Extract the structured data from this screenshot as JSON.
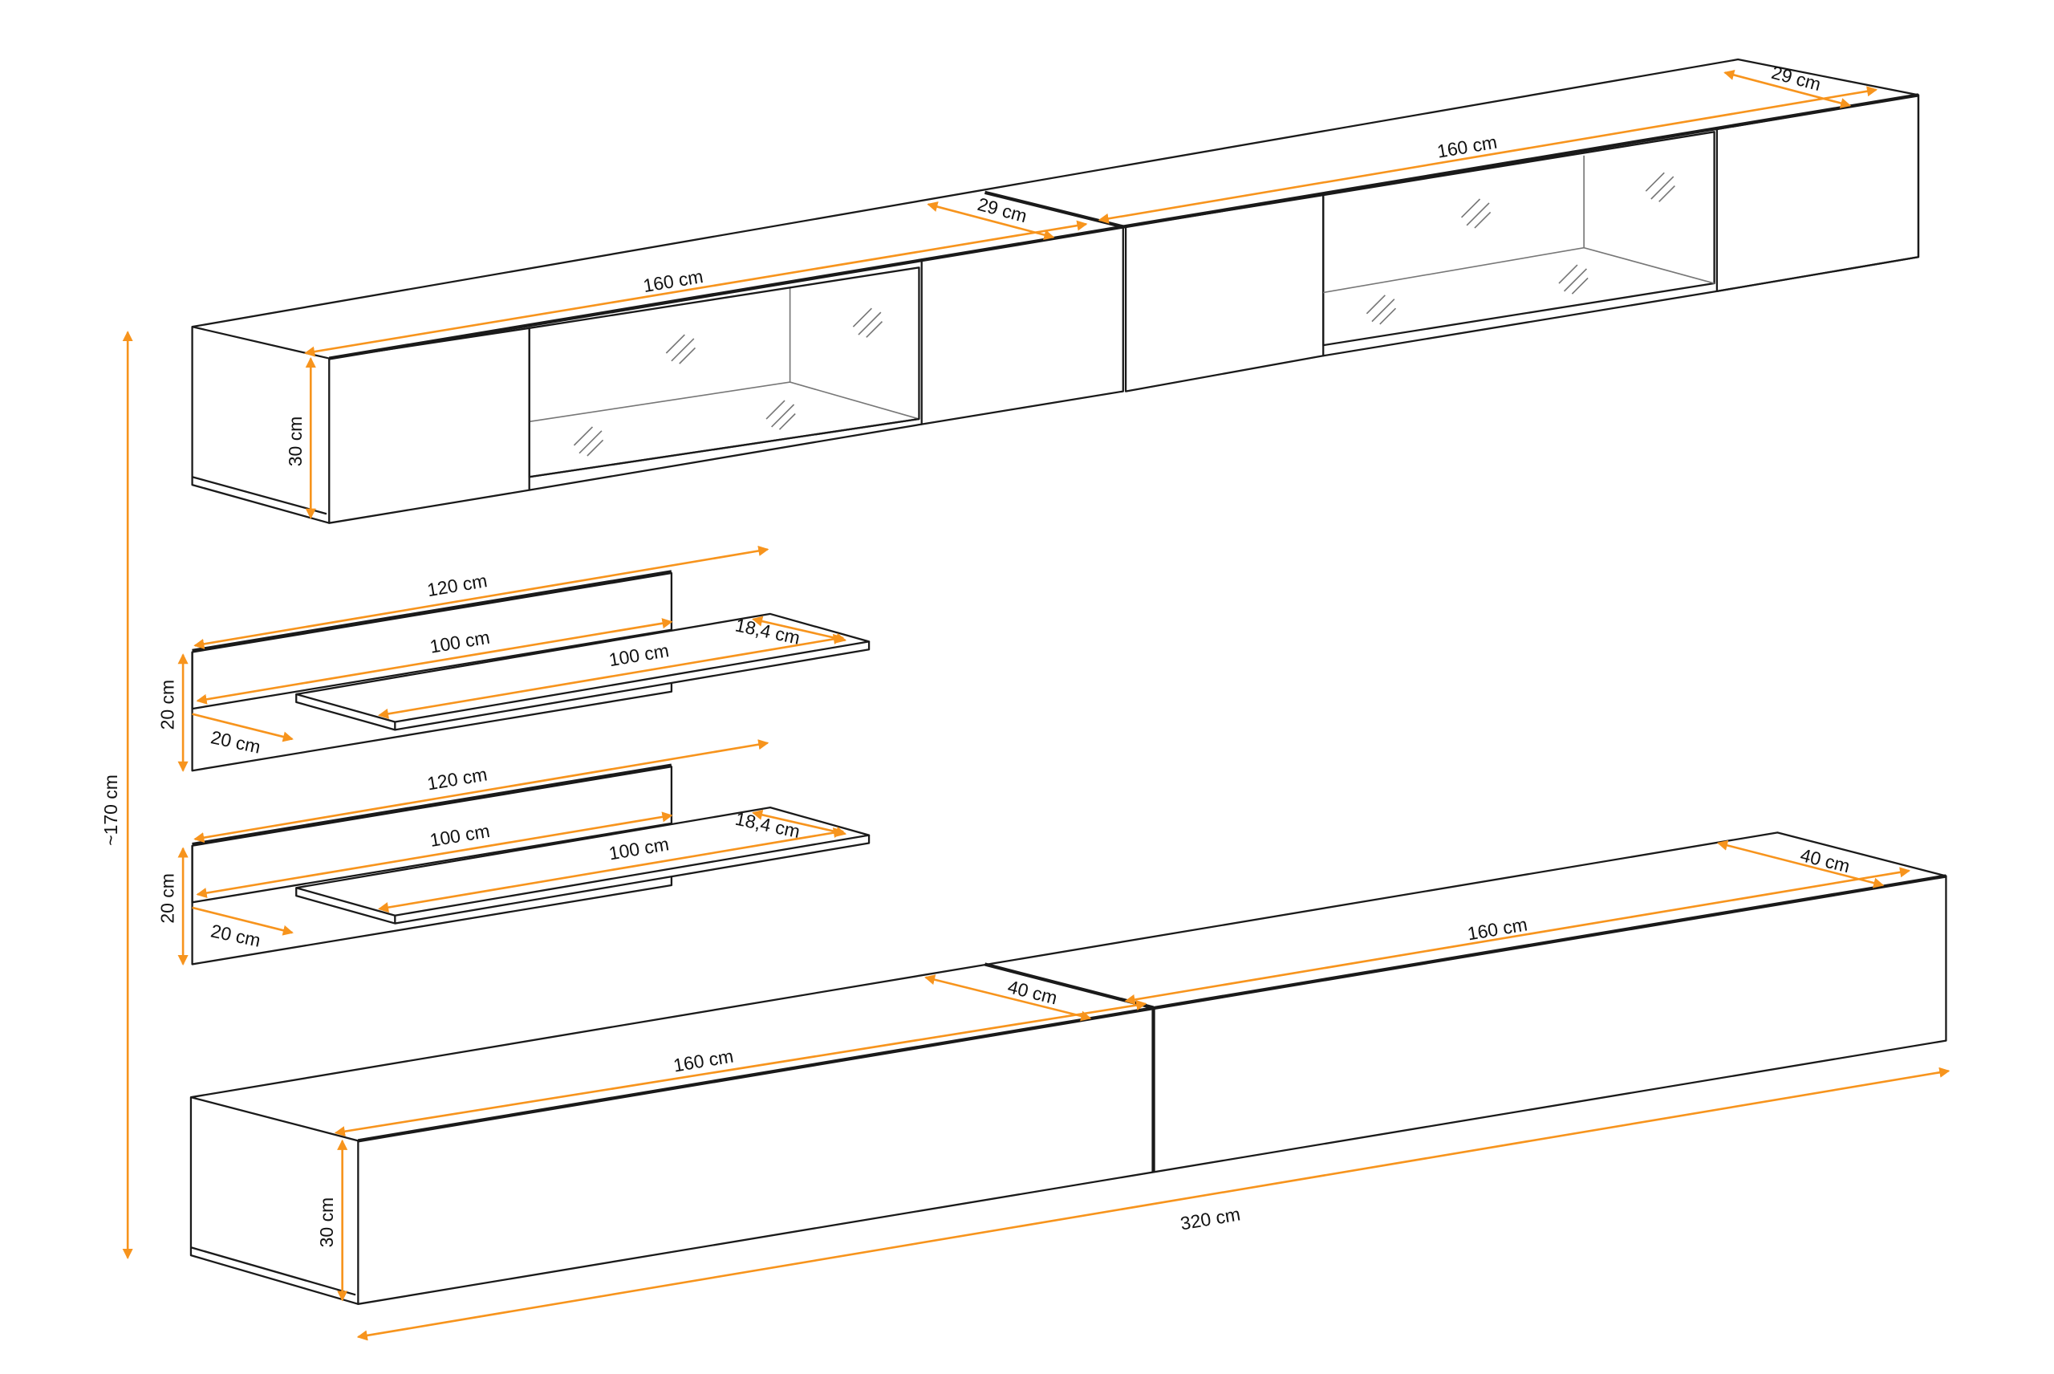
{
  "accent_color": "#f7941d",
  "overall": {
    "height": "~170 cm",
    "width": "320 cm"
  },
  "upper_cabinet": {
    "left_length": "160 cm",
    "left_depth": "29 cm",
    "right_length": "160 cm",
    "right_depth": "29 cm",
    "height": "30 cm"
  },
  "shelf_1": {
    "panel_length": "120 cm",
    "panel_inner": "100 cm",
    "shelf_length": "100 cm",
    "shelf_depth": "18,4 cm",
    "panel_height": "20 cm",
    "offset": "20 cm"
  },
  "shelf_2": {
    "panel_length": "120 cm",
    "panel_inner": "100 cm",
    "shelf_length": "100 cm",
    "shelf_depth": "18,4 cm",
    "panel_height": "20 cm",
    "offset": "20 cm"
  },
  "lower_cabinet": {
    "left_length": "160 cm",
    "left_depth": "40 cm",
    "right_length": "160 cm",
    "right_depth": "40 cm",
    "height": "30 cm"
  }
}
